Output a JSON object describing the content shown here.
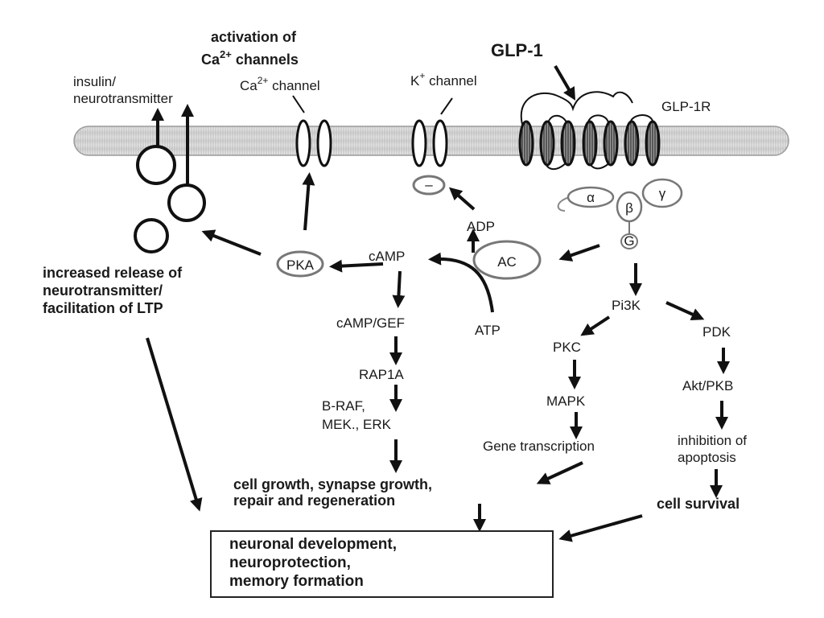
{
  "ligand": "GLP-1",
  "receptor": "GLP-1R",
  "channels": {
    "activation_line1": "activation of",
    "activation_line2_prefix": "Ca",
    "activation_line2_sup": "2+",
    "activation_line2_suffix": " channels",
    "ca_prefix": "Ca",
    "ca_sup": "2+",
    "ca_suffix": " channel",
    "k_prefix": "K",
    "k_sup": "+",
    "k_suffix": " channel",
    "minus_sign": "–"
  },
  "vesicles": {
    "label_line1": "insulin/",
    "label_line2": "neurotransmitter"
  },
  "g_protein": {
    "alpha": "α",
    "beta": "β",
    "gamma": "γ",
    "g": "G"
  },
  "camp_pathway": {
    "ac": "AC",
    "camp": "cAMP",
    "pka": "PKA",
    "adp": "ADP",
    "atp": "ATP",
    "camp_gef": "cAMP/GEF",
    "rap1a": "RAP1A",
    "braf_line1": "B-RAF,",
    "braf_line2": "MEK., ERK"
  },
  "pi3k_pathway": {
    "pi3k": "Pi3K",
    "pkc": "PKC",
    "pdk": "PDK",
    "mapk": "MAPK",
    "akt": "Akt/PKB",
    "gene": "Gene transcription",
    "inhibition_line1": "inhibition of",
    "inhibition_line2": "apoptosis"
  },
  "outcomes": {
    "release_line1": "increased  release of",
    "release_line2": "neurotransmitter/",
    "release_line3": "facilitation of LTP",
    "growth_line1": "cell growth, synapse growth,",
    "growth_line2": "repair and regeneration",
    "survival": "cell survival",
    "final_line1": "neuronal development,",
    "final_line2": "neuroprotection,",
    "final_line3": "memory formation"
  }
}
